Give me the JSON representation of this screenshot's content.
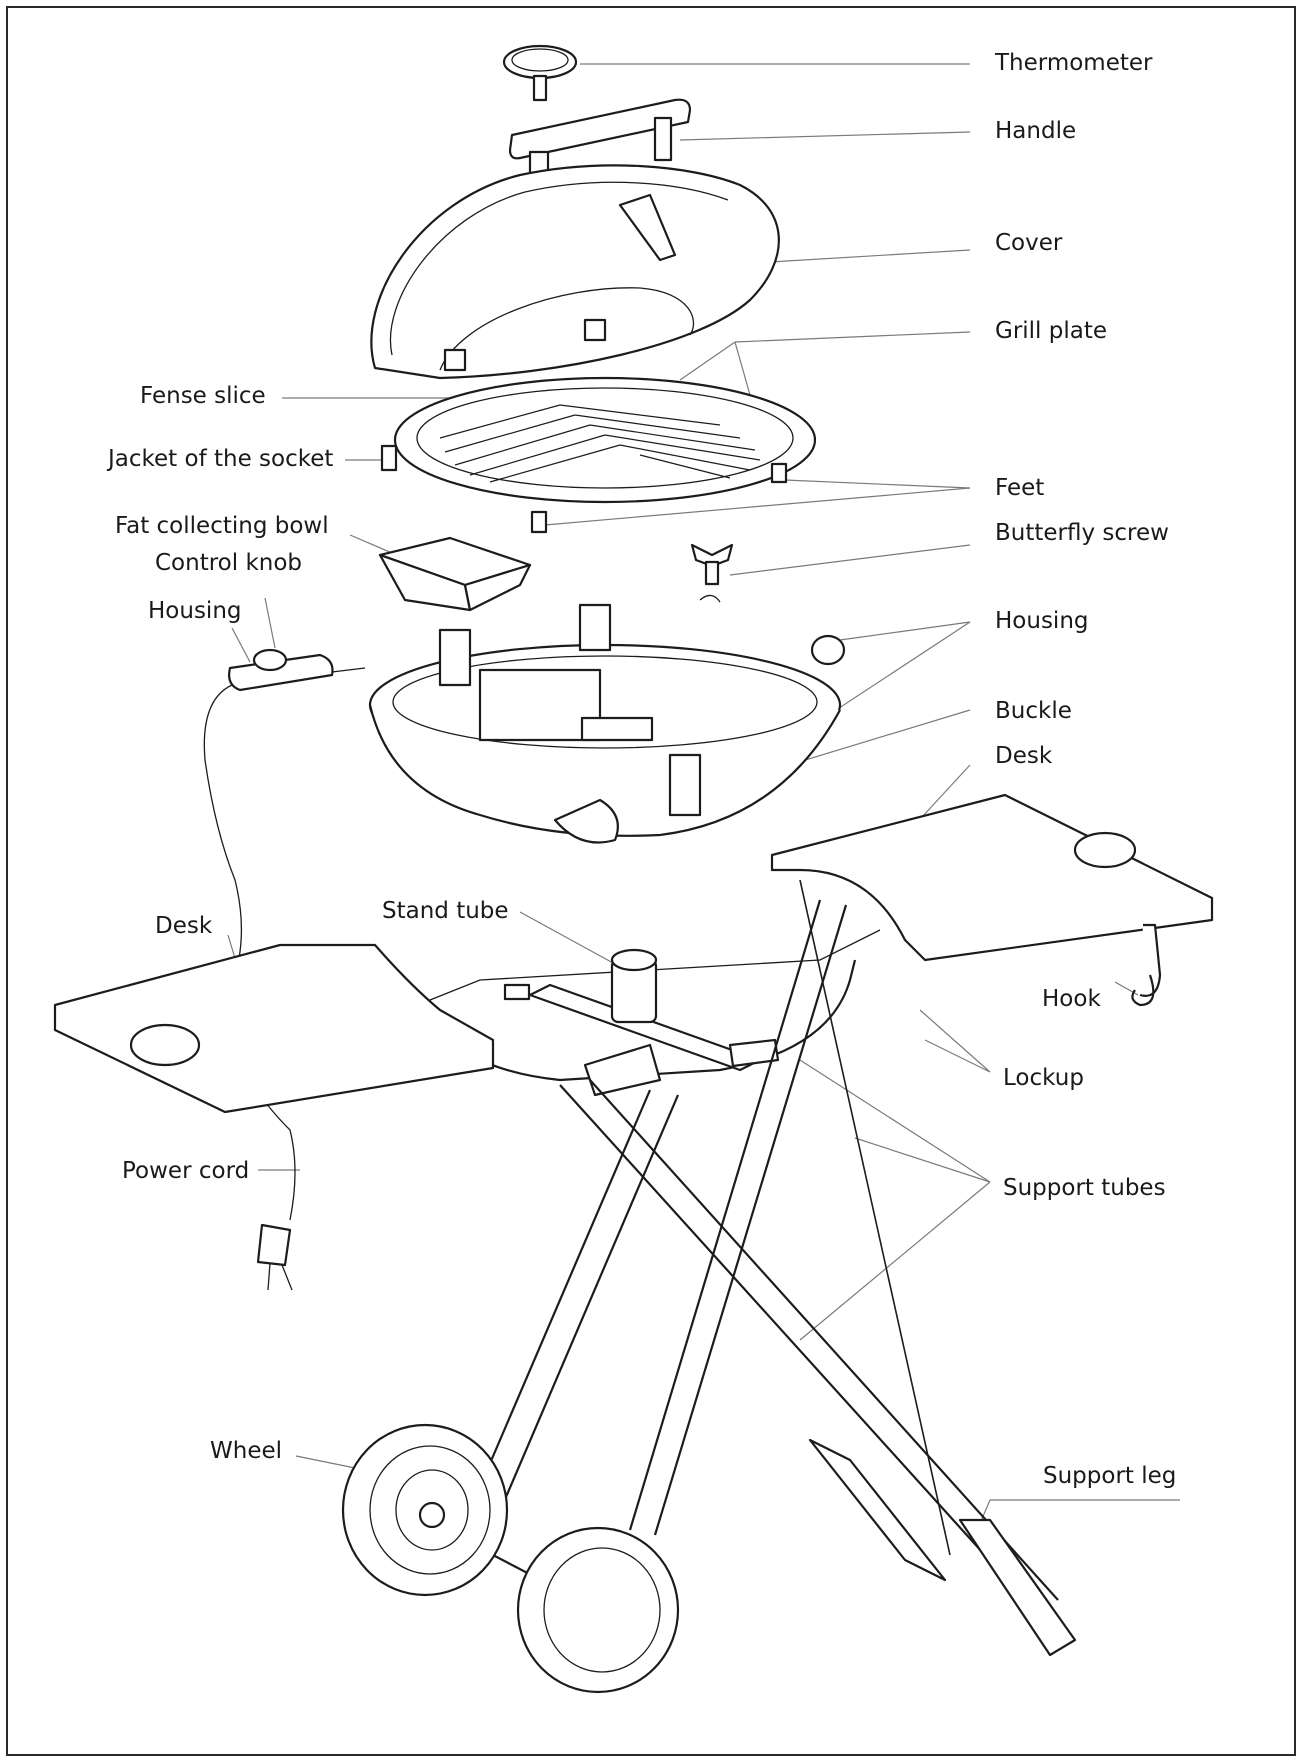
{
  "labels": {
    "thermometer": "Thermometer",
    "handle": "Handle",
    "cover": "Cover",
    "grill_plate": "Grill plate",
    "fense_slice": "Fense slice",
    "jacket_socket": "Jacket of the socket",
    "feet": "Feet",
    "fat_bowl": "Fat collecting bowl",
    "control_knob": "Control knob",
    "butterfly_screw": "Butterfly screw",
    "housing_left": "Housing",
    "housing_right": "Housing",
    "buckle": "Buckle",
    "desk_right": "Desk",
    "desk_left": "Desk",
    "stand_tube": "Stand tube",
    "hook": "Hook",
    "lockup": "Lockup",
    "power_cord": "Power cord",
    "support_tubes": "Support tubes",
    "wheel": "Wheel",
    "support_leg": "Support leg"
  },
  "colors": {
    "line": "#1c1c1c",
    "leader": "#7a7a7a",
    "border": "#2a2a2a"
  }
}
